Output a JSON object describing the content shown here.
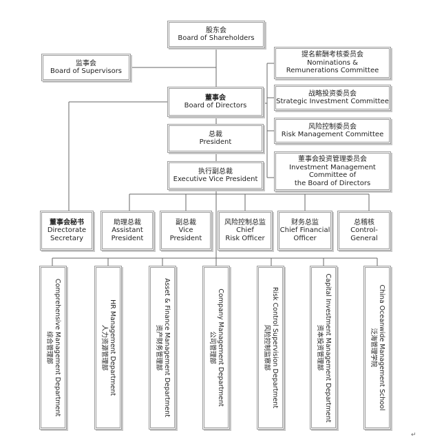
{
  "diagram": {
    "shareholders": {
      "zh": "股东会",
      "en": "Board of Shareholders"
    },
    "supervisors": {
      "zh": "监事会",
      "en": "Board of Supervisors"
    },
    "directors": {
      "zh": "董事会",
      "en": "Board of Directors"
    },
    "president": {
      "zh": "总裁",
      "en": "President"
    },
    "evp": {
      "zh": "执行副总裁",
      "en": "Executive Vice President"
    },
    "committees": [
      {
        "zh": "提名薪酬考核委员会",
        "en1": "Nominations &",
        "en2": "Remunerations Committee"
      },
      {
        "zh": "战略投资委员会",
        "en1": "Strategic Investment Committee"
      },
      {
        "zh": "风险控制委员会",
        "en1": "Risk Management Committee"
      },
      {
        "zh": "董事会投资管理委员会",
        "en1": "Investment Management",
        "en2": "Committee of",
        "en3": "the Board of Directors"
      }
    ],
    "officers": [
      {
        "zh": "董事会秘书",
        "en1": "Directorate",
        "en2": "Secretary"
      },
      {
        "zh": "助理总裁",
        "en1": "Assistant",
        "en2": "President"
      },
      {
        "zh": "副总裁",
        "en1": "Vice",
        "en2": "President"
      },
      {
        "zh": "风险控制总监",
        "en1": "Chief",
        "en2": "Risk Officer"
      },
      {
        "zh": "财务总监",
        "en1": "Chief Financial",
        "en2": "Officer"
      },
      {
        "zh": "总稽核",
        "en1": "Control-",
        "en2": "General"
      }
    ],
    "departments": [
      {
        "en": "Comprehensive Management Department",
        "zh": "综合管理部"
      },
      {
        "en": "HR Management Department",
        "zh": "人力资源管理部"
      },
      {
        "en": "Asset & Finance Management Department",
        "zh": "资产财务管理部"
      },
      {
        "en": "Company Management Department",
        "zh": "公司管理部"
      },
      {
        "en": "Risk Control Supervision Department",
        "zh": "风险控制监察部"
      },
      {
        "en": "Capital Investment Management Department",
        "zh": "资本投资管理部"
      },
      {
        "en": "China Oceanwide Management School",
        "zh": "泛海管理学院"
      }
    ],
    "end_mark": "↵",
    "colors": {
      "line": "#666666",
      "border": "#9a9a9a",
      "shadow": "#c8c8c8"
    }
  }
}
